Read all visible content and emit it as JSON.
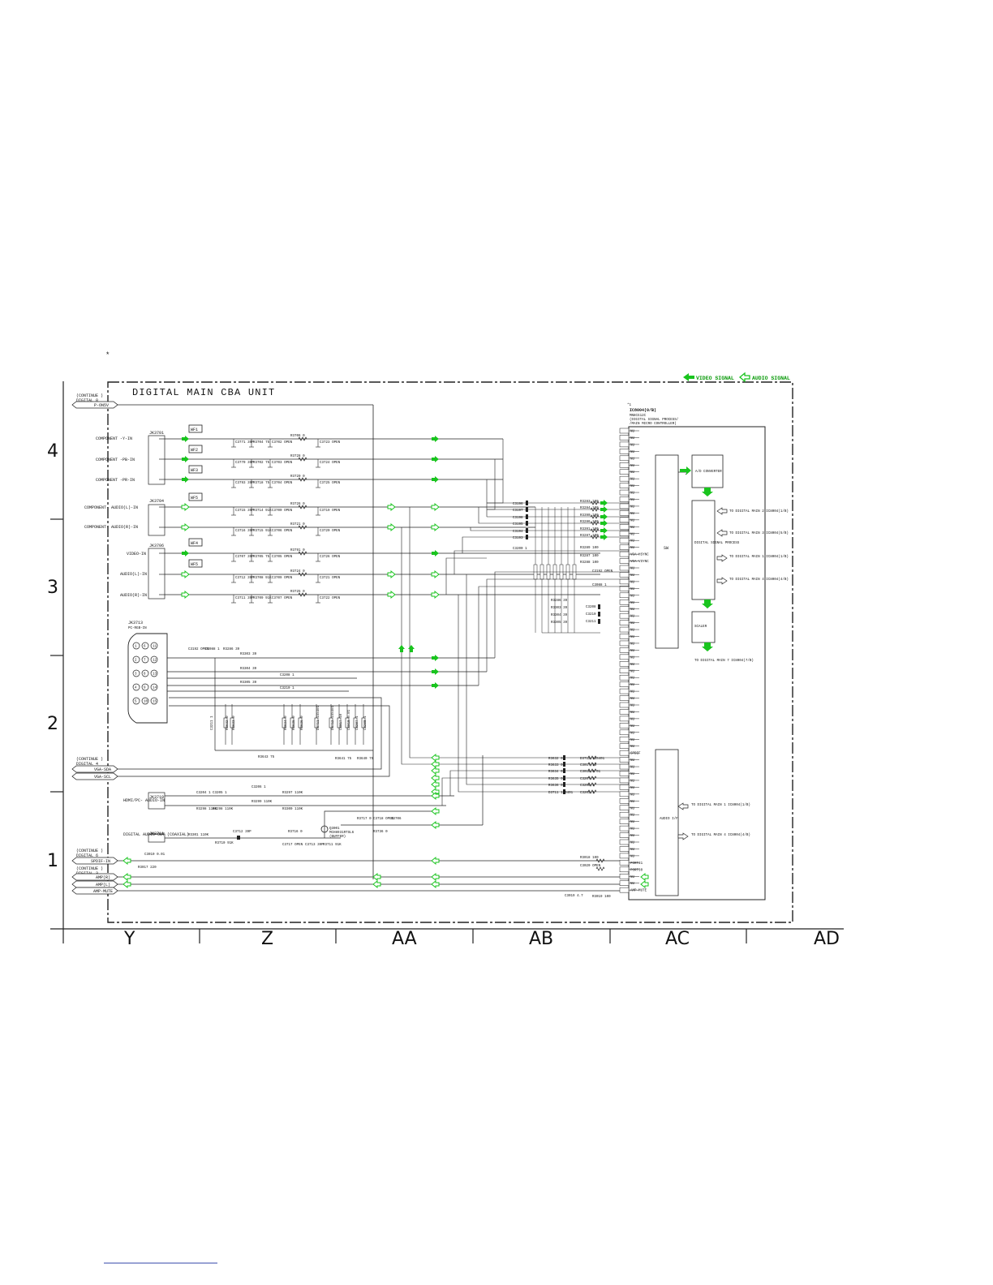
{
  "unit_title": "DIGITAL MAIN CBA UNIT",
  "legend": {
    "video": "VIDEO SIGNAL",
    "audio": "AUDIO SIGNAL",
    "color": "#19c41e"
  },
  "top_mark": "*",
  "grid": {
    "rows": [
      "4",
      "3",
      "2",
      "1"
    ],
    "cols": [
      "Y",
      "Z",
      "AA",
      "AB",
      "AC",
      "AD"
    ]
  },
  "connectors": {
    "top": {
      "continue": "CONTINUE",
      "ref": "DIGITAL 8",
      "signal": "P-ON5V"
    },
    "vga": {
      "continue": "CONTINUE",
      "ref": "DIGITAL 4",
      "signals": [
        "VGA-SDA",
        "VGA-SCL"
      ]
    },
    "bottom_a": {
      "continue": "CONTINUE",
      "ref": "DIGITAL 6",
      "signal": "SPDIF-IN"
    },
    "bottom_b": {
      "continue": "CONTINUE",
      "ref": "DIGITAL 3",
      "signals": [
        "AMP(R)",
        "AMP(L)",
        "AMP-MUTE"
      ]
    }
  },
  "inputs": {
    "jacks": [
      "JK3701",
      "JK3704",
      "JK3706",
      "JK3713",
      "JK3710",
      "JK3711"
    ],
    "labels": [
      "COMPONENT -Y-IN",
      "COMPONENT -PB-IN",
      "COMPONENT -PR-IN",
      "COMPONENT- AUDIO(L)-IN",
      "COMPONENT- AUDIO(R)-IN",
      "VIDEO-IN",
      "AUDIO(L)-IN",
      "AUDIO(R)-IN",
      "HDMI/PC- AUDIO-IN",
      "DIGITAL AUDIO-OUT (COAXIAL)"
    ],
    "wf_tags": [
      "WF1",
      "WF2",
      "WF3",
      "WF5",
      "WF4",
      "WF5"
    ],
    "dsub": "PC-RGB-IN",
    "buffer": {
      "ref": "Q3001",
      "part": "MCH8931RTSL6",
      "role": "(BUFFER)"
    }
  },
  "ic": {
    "ref": "IC8004(0/B)",
    "part": "MN8CG12C",
    "desc1": "DIGITAL SIGNAL PROCESS/",
    "desc2": "MAIN MICRO CONTROLLER)",
    "blocks": [
      {
        "name": "SW"
      },
      {
        "name": "A/D CONVERTER"
      },
      {
        "name": "DIGITAL SIGNAL PROCESS"
      },
      {
        "name": "SCALER"
      },
      {
        "name": "AUDIO I/F"
      }
    ],
    "pin_labels": [
      "NU",
      "VGA-HSYNC",
      "VGA-VSYNC",
      "SPDIF",
      "PORT31",
      "PORT30",
      "AMP-MUTE"
    ]
  },
  "targets": [
    "TO DIGITAL MAIN 2 IC8004(1/B)",
    "TO DIGITAL MAIN 3 IC8004(5/B)",
    "TO DIGITAL MAIN 1 IC8004(1/B)",
    "TO DIGITAL MAIN 4 IC8004(4/B)",
    "TO DIGITAL MAIN 7 IC8004(7/B)",
    "TO DIGITAL MAIN 1 IC8004(1/B)",
    "TO DIGITAL MAIN 4 IC8004(4/B)"
  ],
  "component_labels": [
    "C3771 39P",
    "R3704 75",
    "C3702 OPEN",
    "R3706 0",
    "C3723 OPEN",
    "C3770 39P",
    "R3702 75",
    "C3703 OPEN",
    "R3728 0",
    "C3724 OPEN",
    "C3793 39P",
    "R3718 75",
    "C3704 OPEN",
    "R3720 0",
    "C3725 OPEN",
    "C3715 39P",
    "R3714 91K",
    "C3700 OPEN",
    "R3726 0",
    "C3719 OPEN",
    "C3716 39P",
    "R3715 91K",
    "C3706 OPEN",
    "R3721 0",
    "C3720 OPEN",
    "C3707 39P",
    "R3705 75",
    "C3705 OPEN",
    "R3791 0",
    "C3726 OPEN",
    "C3712 39P",
    "R3708 91K",
    "C3709 OPEN",
    "R3724 0",
    "C3721 OPEN",
    "C3711 39P",
    "R3709 91K",
    "C3707 OPEN",
    "R3725 0",
    "C3722 OPEN",
    "C3196 1",
    "C3197 1",
    "C3198 1",
    "C3195 1",
    "C3194 1",
    "C3193 1",
    "C3200 1",
    "R3283 100",
    "R3284 100",
    "R3390 100",
    "R3286 100",
    "R3391 100",
    "R3287 100",
    "R3289 100",
    "R3287 100",
    "R3288 100",
    "C3192 OPEN",
    "C3088 1",
    "R3286 39",
    "R3303 39",
    "R3304 39",
    "R3305 39",
    "C3208 1",
    "C3210 1",
    "C3211 1",
    "R3643 75",
    "R3641 75",
    "R3640 75",
    "R3632 0",
    "R3633 0",
    "R3634 0",
    "R3635 0",
    "R3636 0",
    "D3711 1SS401",
    "D3712 1SS401",
    "C3017 10",
    "C3018 0.01",
    "C3207 1",
    "C3208 1",
    "C3203 1",
    "C3204 1",
    "C3205 1",
    "C3206 1",
    "R3297 110K",
    "R3298 110K",
    "R3298 110K",
    "R3299 110K",
    "R3300 110K",
    "R3301 110K",
    "C3712 39P",
    "R3710 91K",
    "R3716 0",
    "C3717 OPEN",
    "C3713 39P",
    "R3711 91K",
    "R3717 0",
    "C3718 OPEN",
    "R3736 0",
    "C3706",
    "C3010 0.01",
    "R3017 220",
    "R3018 100",
    "C3020 OPEN",
    "C3019 4.7",
    "R3019 100",
    "R3015 10K",
    "R3016 10K",
    "C3016",
    "R3262 1K",
    "R3272 OPEN",
    "R3306 10K",
    "R3307 10K",
    "R3832 OPEN",
    "R3293 4.7K"
  ]
}
